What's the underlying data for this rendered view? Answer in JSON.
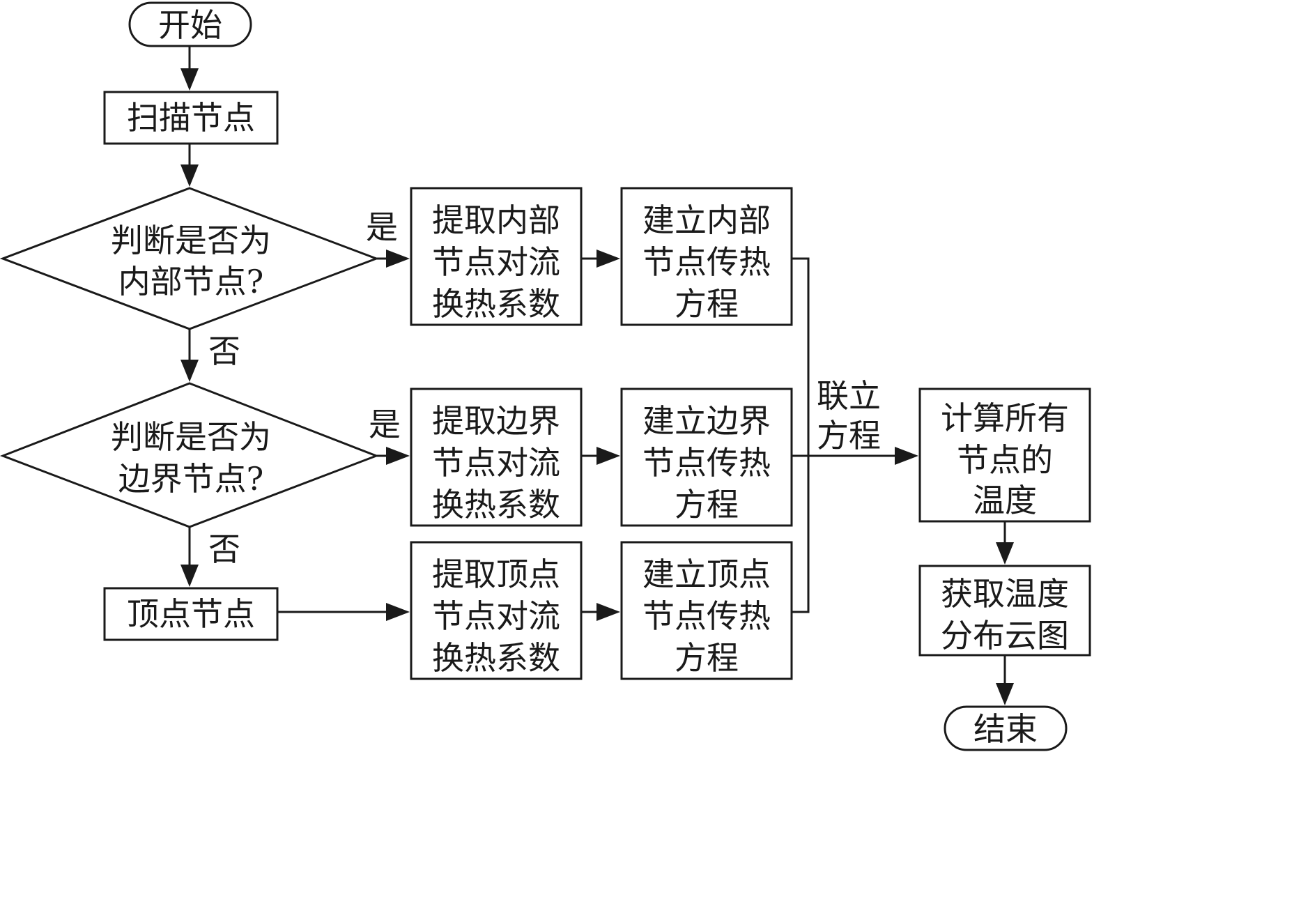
{
  "nodes": {
    "start": "开始",
    "scan": "扫描节点",
    "decision_internal": [
      "判断是否为",
      "内部节点?"
    ],
    "decision_boundary": [
      "判断是否为",
      "边界节点?"
    ],
    "vertex": "顶点节点",
    "extract_internal": [
      "提取内部",
      "节点对流",
      "换热系数"
    ],
    "extract_boundary": [
      "提取边界",
      "节点对流",
      "换热系数"
    ],
    "extract_vertex": [
      "提取顶点",
      "节点对流",
      "换热系数"
    ],
    "build_internal": [
      "建立内部",
      "节点传热",
      "方程"
    ],
    "build_boundary": [
      "建立边界",
      "节点传热",
      "方程"
    ],
    "build_vertex": [
      "建立顶点",
      "节点传热",
      "方程"
    ],
    "compute": [
      "计算所有",
      "节点的",
      "温度"
    ],
    "obtain": [
      "获取温度",
      "分布云图"
    ],
    "end": "结束"
  },
  "labels": {
    "yes_internal": "是",
    "no_internal": "否",
    "yes_boundary": "是",
    "no_boundary": "否",
    "combine": [
      "联立",
      "方程"
    ]
  }
}
